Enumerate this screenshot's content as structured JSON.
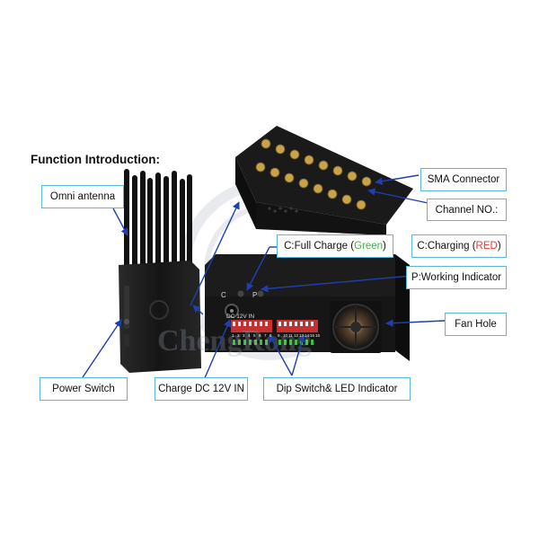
{
  "title": "Function Introduction:",
  "labels": {
    "omni_antenna": "Omni antenna",
    "power_switch": "Power Switch",
    "charge_dc": "Charge DC 12V IN",
    "dip_switch": "Dip Switch& LED Indicator",
    "sma_connector": "SMA Connector",
    "channel_no": "Channel NO.:",
    "full_charge_prefix": "C:Full Charge (",
    "full_charge_color": "Green",
    "full_charge_suffix": " )",
    "charging_prefix": "C:Charging (",
    "charging_color": "RED",
    "charging_suffix": ")",
    "working_indicator": "P:Working Indicator",
    "fan_hole": "Fan Hole"
  },
  "panel_marks": {
    "c_label": "C",
    "p_label": "P",
    "dc_label": "DC 12V IN",
    "dip_numbers": [
      "1",
      "2",
      "3",
      "4",
      "5",
      "6",
      "7",
      "8",
      "9",
      "10",
      "11",
      "12",
      "13",
      "14",
      "15",
      "16"
    ]
  },
  "watermark": "ChengRong",
  "colors": {
    "callout_border": "#5bb7dc",
    "arrow": "#1f3fb0",
    "green": "#38b24a",
    "red": "#e03a3a",
    "device": "#1b1b1b"
  }
}
